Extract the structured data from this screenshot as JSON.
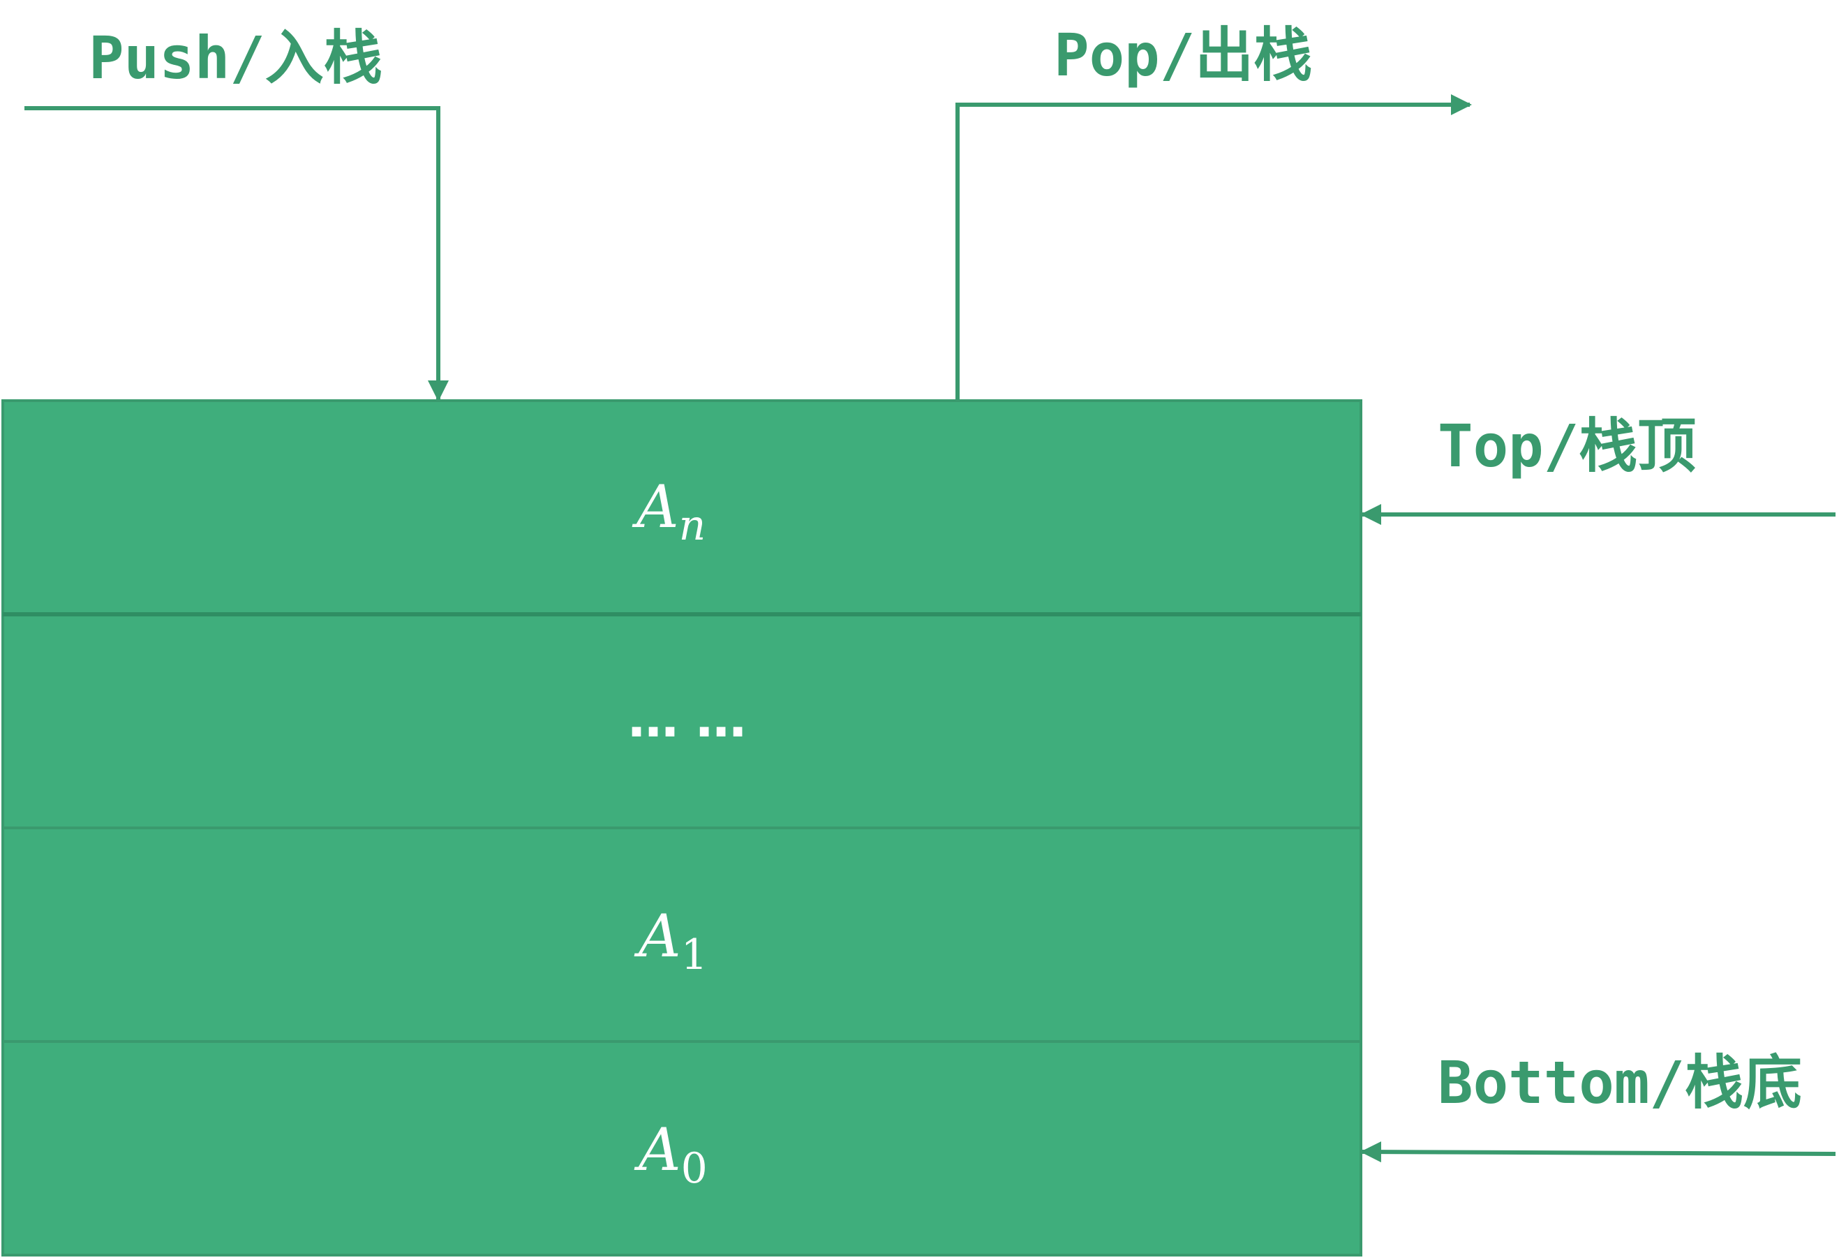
{
  "colors": {
    "accent": "#3a9a6e",
    "fill": "#3fae7c",
    "divider": "#2f8e63",
    "cell_text": "#ffffff"
  },
  "labels": {
    "push": "Push/入栈",
    "pop": "Pop/出栈",
    "top": "Top/栈顶",
    "bottom": "Bottom/栈底"
  },
  "cells": [
    {
      "base": "A",
      "sub": "n"
    },
    {
      "text": "… …"
    },
    {
      "base": "A",
      "sub": "1"
    },
    {
      "base": "A",
      "sub": "0"
    }
  ]
}
